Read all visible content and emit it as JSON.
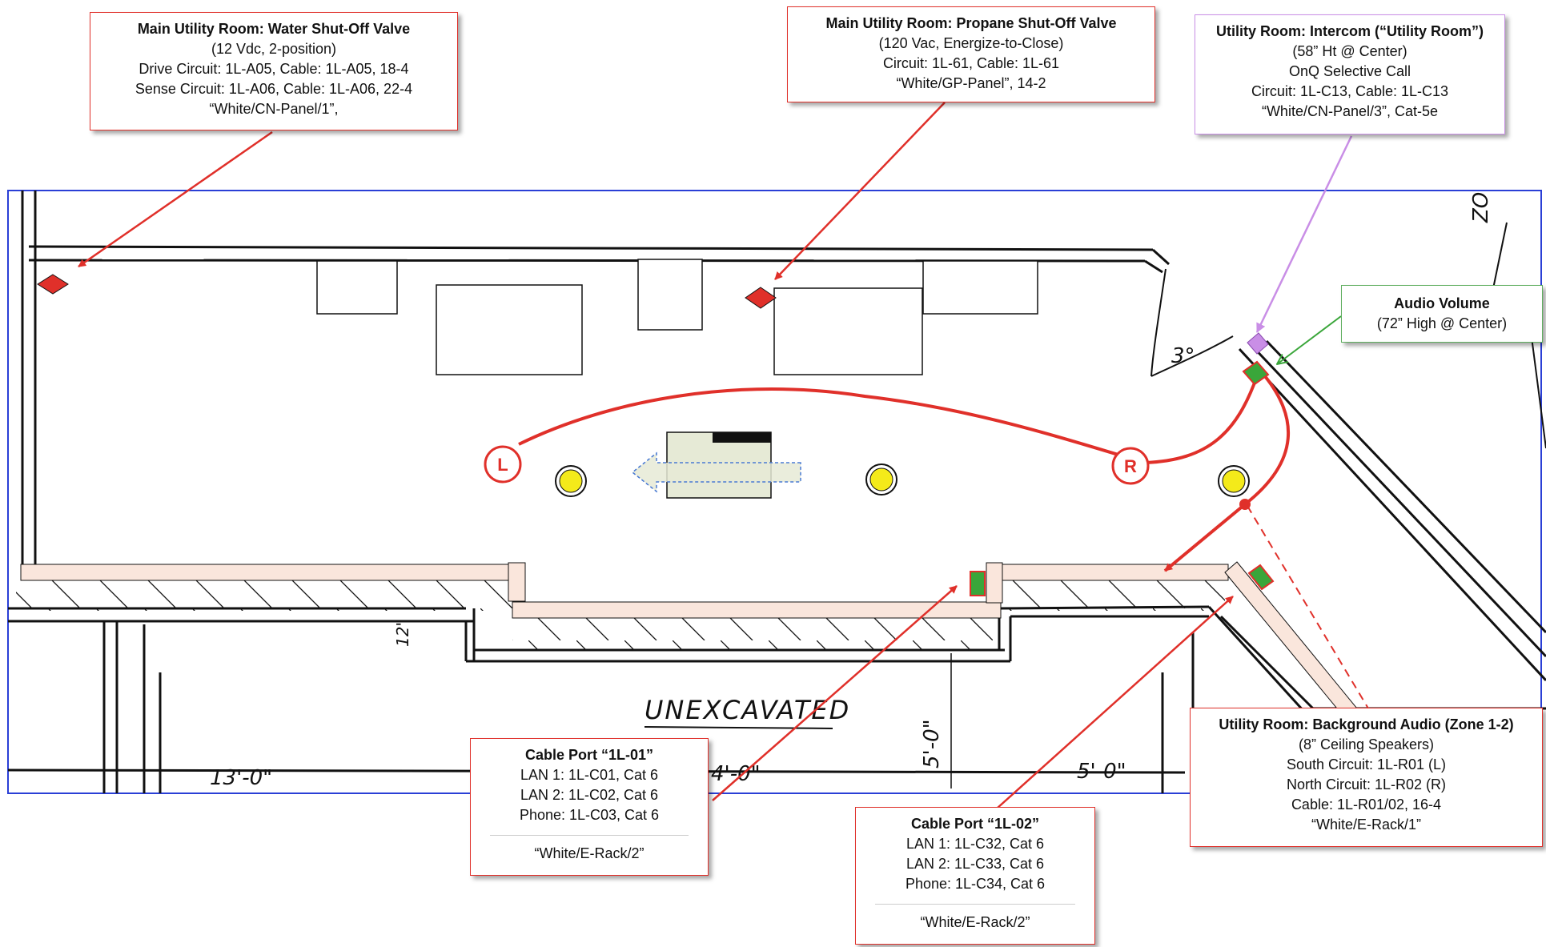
{
  "callouts": {
    "water_valve": {
      "title": "Main Utility Room: Water Shut-Off Valve",
      "lines": [
        "(12 Vdc, 2-position)",
        "Drive Circuit: 1L-A05, Cable: 1L-A05, 18-4",
        "Sense Circuit: 1L-A06, Cable: 1L-A06, 22-4",
        "“White/CN-Panel/1”,"
      ]
    },
    "propane_valve": {
      "title": "Main Utility Room: Propane Shut-Off Valve",
      "lines": [
        "(120 Vac, Energize-to-Close)",
        "Circuit: 1L-61, Cable: 1L-61",
        "“White/GP-Panel”, 14-2"
      ]
    },
    "intercom": {
      "title": "Utility Room: Intercom (“Utility Room”)",
      "lines": [
        "(58” Ht @ Center)",
        "OnQ Selective Call",
        "Circuit: 1L-C13, Cable: 1L-C13",
        "“White/CN-Panel/3”, Cat-5e"
      ]
    },
    "audio_volume": {
      "title": "Audio Volume",
      "lines": [
        "(72” High @ Center)"
      ]
    },
    "background_audio": {
      "title": "Utility Room: Background Audio (Zone 1-2)",
      "lines": [
        "(8” Ceiling Speakers)",
        "South Circuit: 1L-R01 (L)",
        "North Circuit: 1L-R02 (R)",
        "Cable: 1L-R01/02, 16-4",
        "“White/E-Rack/1”"
      ]
    },
    "cable_port_1": {
      "title": "Cable Port “1L-01”",
      "lines": [
        "LAN 1: 1L-C01, Cat 6",
        "LAN 2: 1L-C02, Cat 6",
        "Phone: 1L-C03, Cat 6"
      ],
      "footer": "“White/E-Rack/2”"
    },
    "cable_port_2": {
      "title": "Cable Port “1L-02”",
      "lines": [
        "LAN 1: 1L-C32, Cat 6",
        "LAN 2: 1L-C33, Cat 6",
        "Phone: 1L-C34, Cat 6"
      ],
      "footer": "“White/E-Rack/2”"
    }
  },
  "speaker_labels": {
    "left": "L",
    "right": "R"
  },
  "plan_text": {
    "unexcavated": "UNEXCAVATED",
    "dim_13": "13'-0\"",
    "dim_4": "4'-0\"",
    "dim_5a": "5'-0\"",
    "dim_5b": "5'-0\"",
    "dim_12": "12\"",
    "angle": "3°",
    "zo": "ZO"
  },
  "colors": {
    "frame": "#2a3fd6",
    "callout_red": "#e0302a",
    "intercom_purple": "#c98ee6",
    "volume_green": "#4caf50",
    "wall_tan": "#fae6dc",
    "speaker_yellow": "#f4ea1a"
  }
}
